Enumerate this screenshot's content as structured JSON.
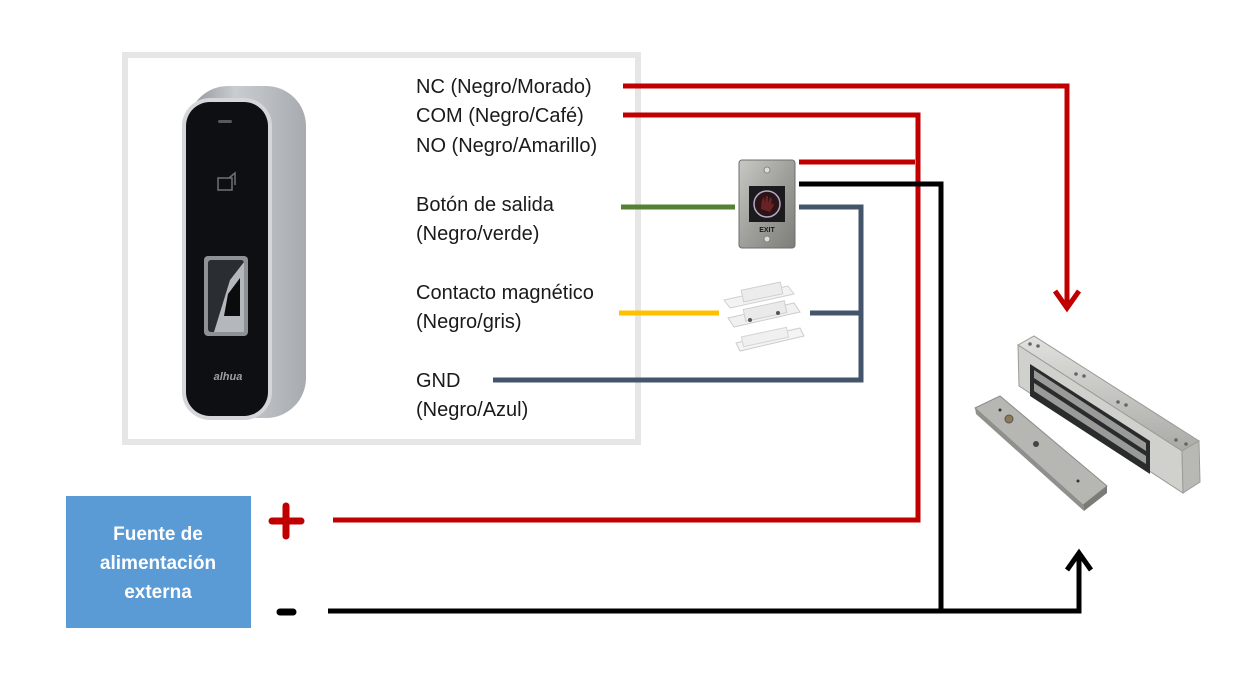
{
  "colors": {
    "wire_red": "#c00000",
    "wire_black": "#000000",
    "wire_green": "#548235",
    "wire_yellow": "#ffc000",
    "wire_gnd": "#44546a",
    "psu_box": "#5b9bd5",
    "reader_frame": "#e8e8e8"
  },
  "reader": {
    "brand": "alhua"
  },
  "terminals": [
    {
      "id": "nc",
      "line1": "NC (Negro/Morado)",
      "line2": ""
    },
    {
      "id": "com",
      "line1": "COM (Negro/Café)",
      "line2": ""
    },
    {
      "id": "no",
      "line1": "NO (Negro/Amarillo)",
      "line2": ""
    },
    {
      "id": "exit",
      "line1": "Botón de salida",
      "line2": "(Negro/verde)"
    },
    {
      "id": "door",
      "line1": "Contacto magnético",
      "line2": "(Negro/gris)"
    },
    {
      "id": "gnd",
      "line1": "GND",
      "line2": "(Negro/Azul)"
    }
  ],
  "exit_button": {
    "label": "EXIT"
  },
  "power_supply": {
    "line1": "Fuente de",
    "line2": "alimentación",
    "line3": "externa",
    "plus": "+",
    "minus": "-"
  }
}
